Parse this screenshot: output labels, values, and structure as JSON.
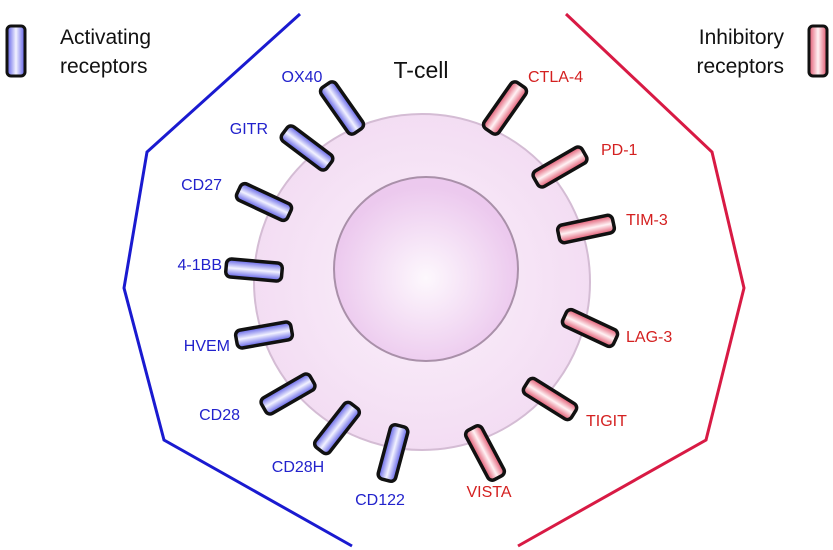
{
  "title": "T-cell",
  "legend": {
    "activating": {
      "line1": "Activating",
      "line2": "receptors",
      "color": "#2a2ad8"
    },
    "inhibitory": {
      "line1": "Inhibitory",
      "line2": "receptors",
      "color": "#d8203c"
    }
  },
  "colors": {
    "activating_text": "#2222cc",
    "inhibitory_text": "#d42020",
    "activating_line": "#1a1ad0",
    "inhibitory_line": "#d81a44",
    "cell_fill": "#f5e2f5",
    "nucleus_fill": "#f0d4f0"
  },
  "activating_receptors": [
    {
      "name": "OX40"
    },
    {
      "name": "GITR"
    },
    {
      "name": "CD27"
    },
    {
      "name": "4-1BB"
    },
    {
      "name": "HVEM"
    },
    {
      "name": "CD28"
    },
    {
      "name": "CD28H"
    },
    {
      "name": "CD122"
    }
  ],
  "inhibitory_receptors": [
    {
      "name": "CTLA-4"
    },
    {
      "name": "PD-1"
    },
    {
      "name": "TIM-3"
    },
    {
      "name": "LAG-3"
    },
    {
      "name": "TIGIT"
    },
    {
      "name": "VISTA"
    }
  ]
}
